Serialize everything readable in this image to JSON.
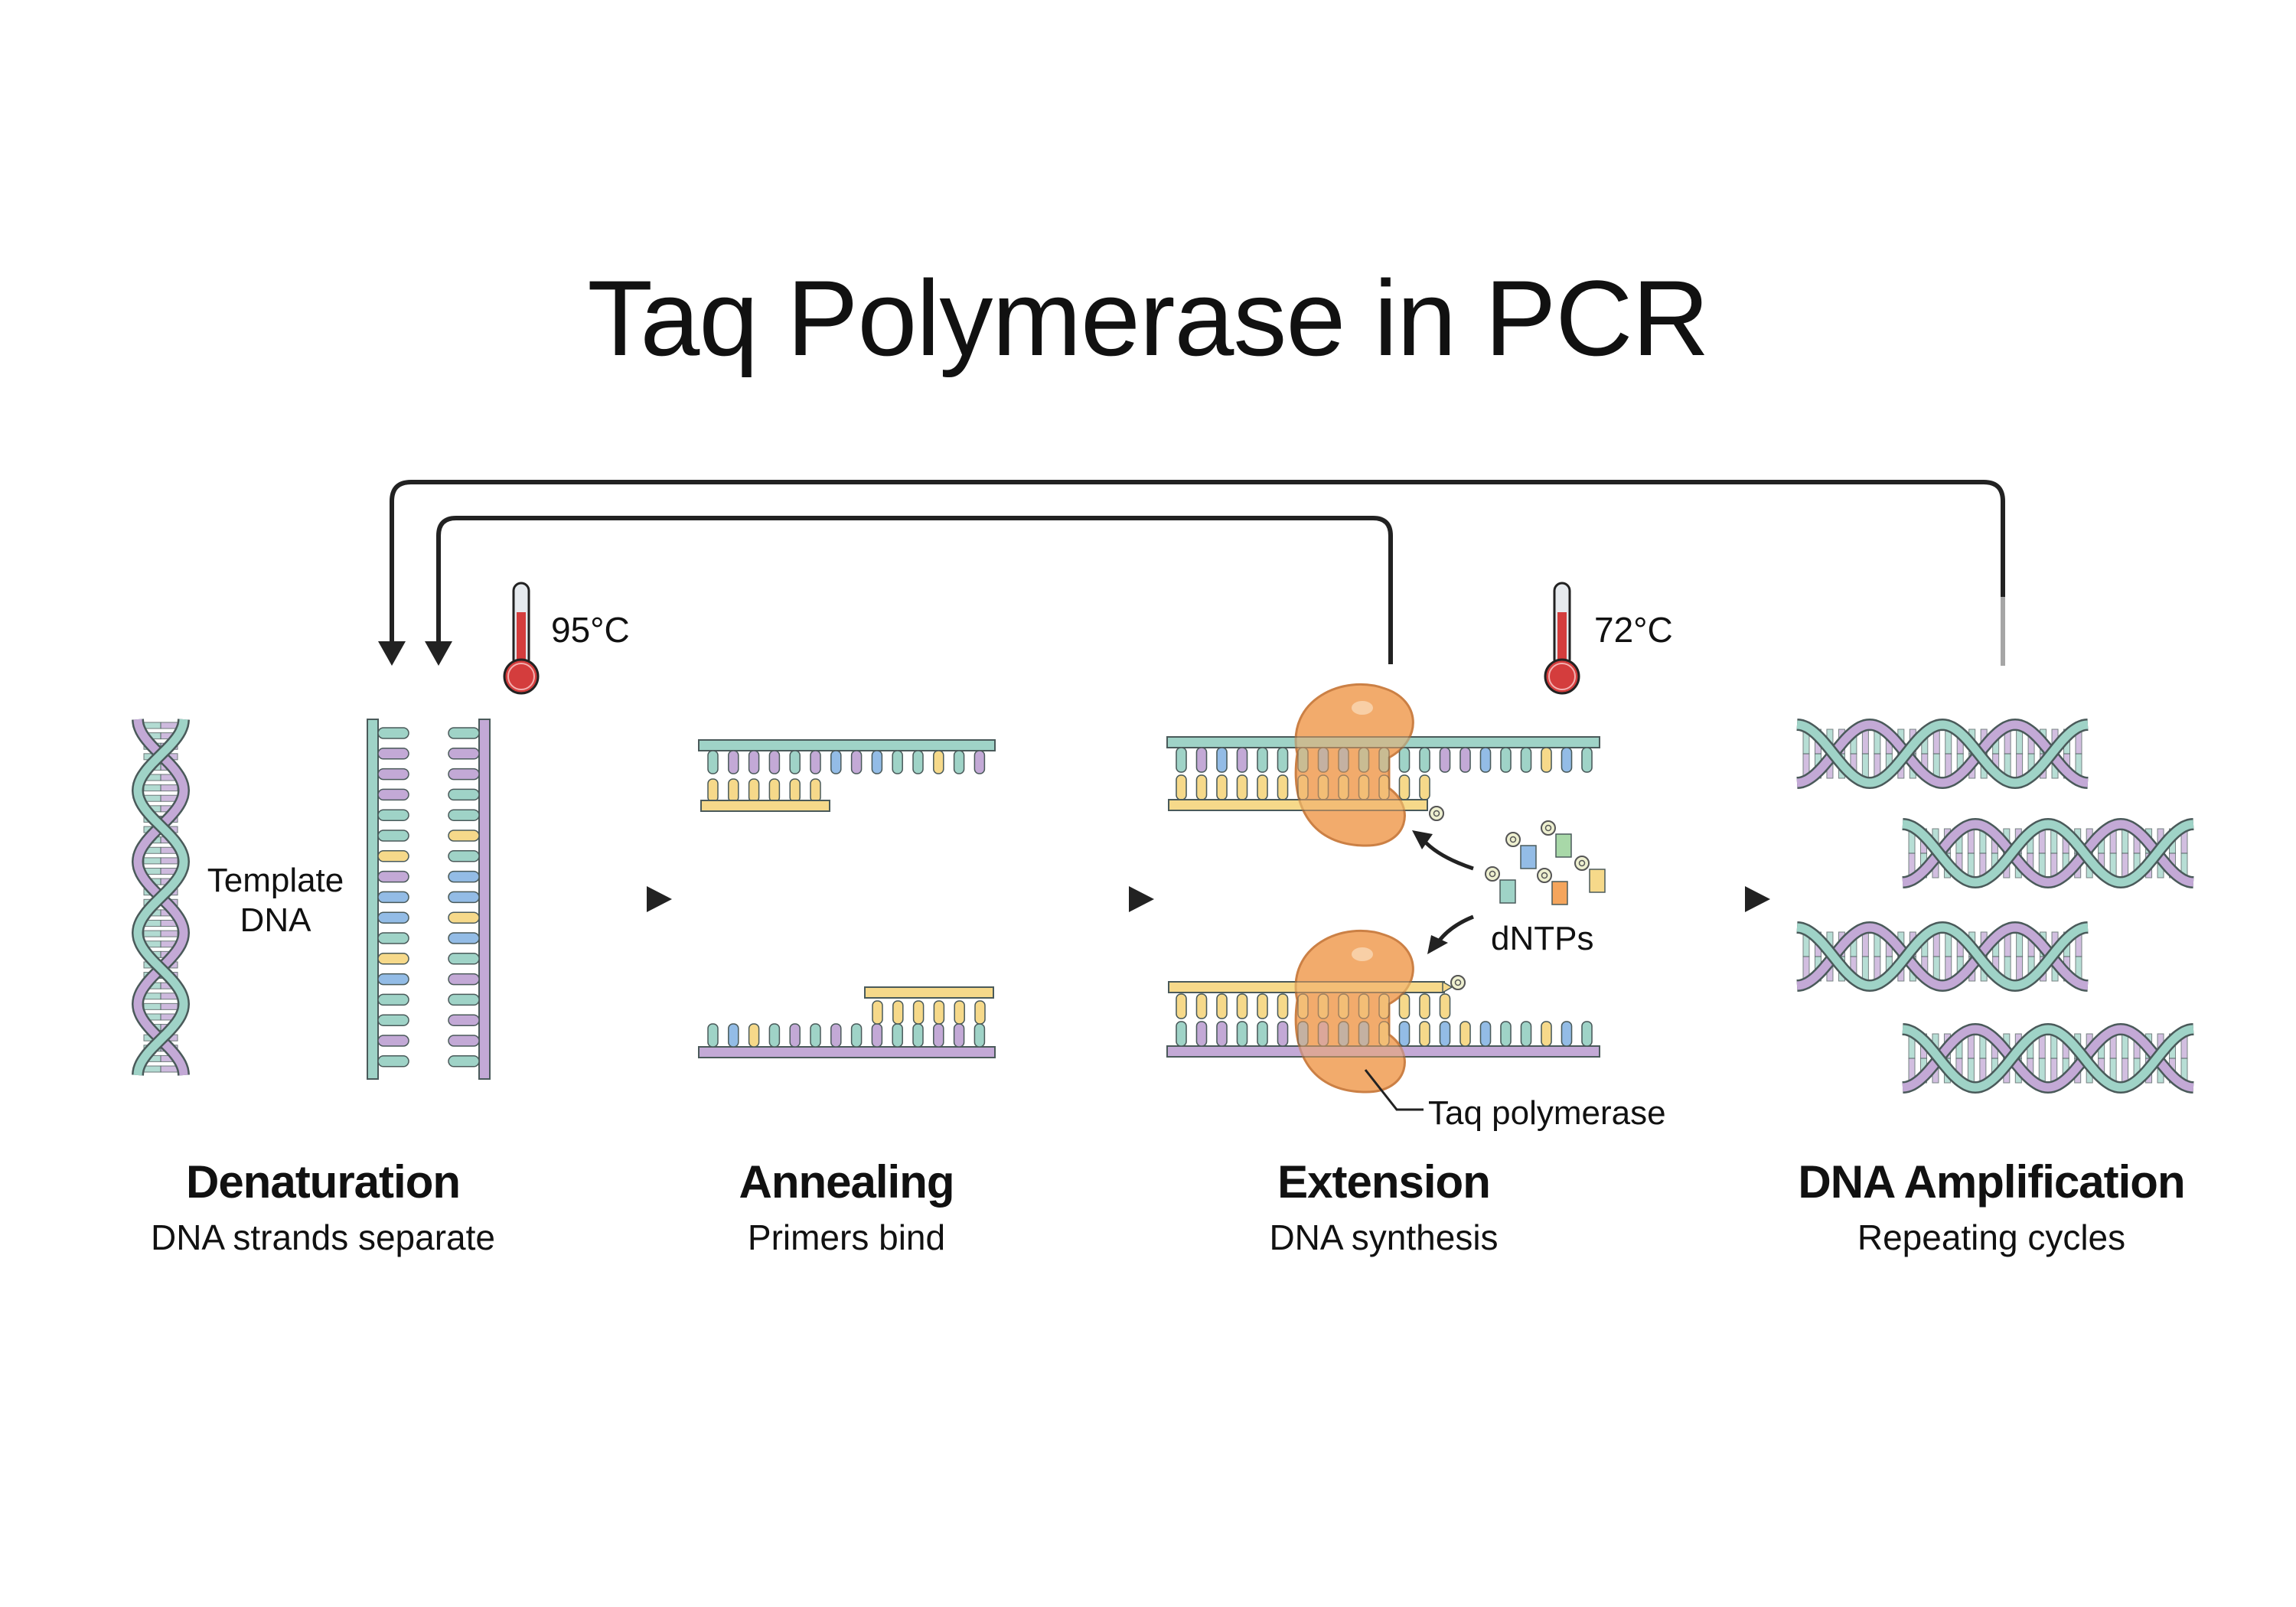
{
  "title": "Taq Polymerase in PCR",
  "steps": [
    {
      "title": "Denaturation",
      "subtitle": "DNA strands separate",
      "temperature": "95°C"
    },
    {
      "title": "Annealing",
      "subtitle": "Primers bind"
    },
    {
      "title": "Extension",
      "subtitle": "DNA synthesis",
      "temperature": "72°C"
    },
    {
      "title": "DNA Amplification",
      "subtitle": "Repeating cycles"
    }
  ],
  "labels": {
    "template_dna_line1": "Template",
    "template_dna_line2": "DNA",
    "dntps": "dNTPs",
    "taq_polymerase": "Taq polymerase"
  },
  "icons": {
    "thermometer": "thermometer-icon",
    "step_arrow": "arrow-right-icon",
    "cycle_arrow": "cycle-return-arrow"
  },
  "colors": {
    "teal_strand": "#9fd3c7",
    "purple_strand": "#c3a9d6",
    "primer_yellow": "#f6d98a",
    "base_blue": "#93bce6",
    "polymerase_orange": "#f2a765",
    "thermo_red": "#d43d3d",
    "outline": "#4a5a5a",
    "arrow": "#222222"
  },
  "sequences": {
    "denat_left": [
      "teal",
      "purple",
      "purple",
      "purple",
      "teal",
      "teal",
      "yellow",
      "purple",
      "blue",
      "blue",
      "teal",
      "yellow",
      "blue",
      "teal",
      "teal",
      "purple",
      "teal"
    ],
    "denat_right": [
      "teal",
      "purple",
      "purple",
      "teal",
      "teal",
      "yellow",
      "teal",
      "blue",
      "blue",
      "yellow",
      "blue",
      "teal",
      "purple",
      "teal",
      "purple",
      "purple",
      "teal"
    ],
    "anneal_top": [
      "teal",
      "purple",
      "purple",
      "purple",
      "teal",
      "purple",
      "blue",
      "purple",
      "blue",
      "teal",
      "teal",
      "yellow",
      "teal",
      "purple"
    ],
    "anneal_bottom": [
      "teal",
      "blue",
      "yellow",
      "teal",
      "purple",
      "teal",
      "purple",
      "teal",
      "purple",
      "teal",
      "teal",
      "purple",
      "purple",
      "teal"
    ],
    "ext_top": [
      "teal",
      "purple",
      "blue",
      "purple",
      "teal",
      "teal",
      "teal",
      "blue",
      "blue",
      "teal",
      "teal",
      "teal",
      "teal",
      "purple",
      "purple",
      "blue",
      "teal",
      "teal",
      "yellow",
      "blue",
      "teal"
    ],
    "ext_bottom": [
      "teal",
      "purple",
      "purple",
      "teal",
      "teal",
      "purple",
      "blue",
      "purple",
      "blue",
      "blue",
      "yellow",
      "blue",
      "yellow",
      "blue",
      "yellow",
      "blue",
      "teal",
      "teal",
      "yellow",
      "blue",
      "teal"
    ],
    "dntp_colors": [
      "blue",
      "green",
      "teal",
      "orange",
      "yellow"
    ]
  }
}
